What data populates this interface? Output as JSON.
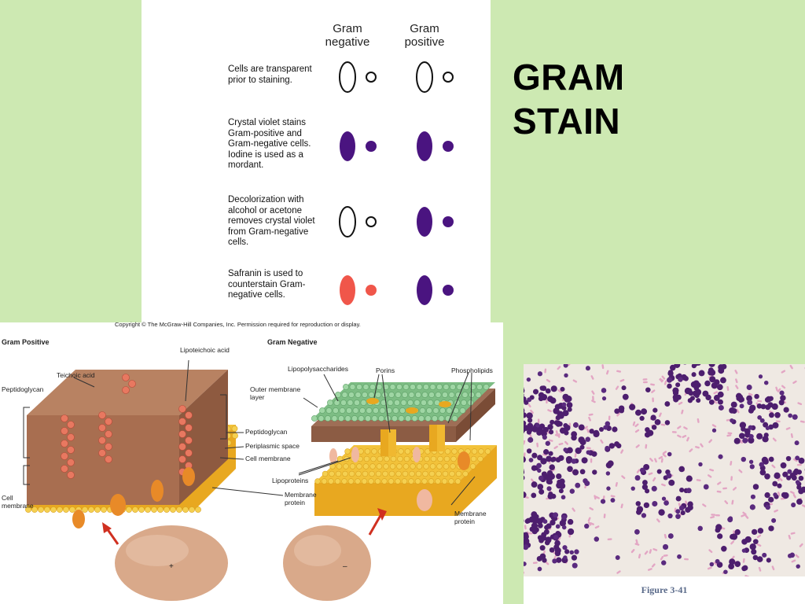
{
  "title": {
    "line1": "GRAM",
    "line2": "STAIN"
  },
  "stain_table": {
    "headers": {
      "negative": "Gram\nnegative",
      "positive": "Gram\npositive"
    },
    "steps": [
      {
        "text": "Cells are transparent prior to staining.",
        "neg_color": "none",
        "pos_color": "none"
      },
      {
        "text": "Crystal violet stains Gram-positive and Gram-negative cells. Iodine is used as a mordant.",
        "neg_color": "#4a1480",
        "pos_color": "#4a1480"
      },
      {
        "text": "Decolorization with alcohol or acetone removes crystal violet from Gram-negative cells.",
        "neg_color": "none",
        "pos_color": "#4a1480"
      },
      {
        "text": "Safranin is used to counterstain Gram-negative cells.",
        "neg_color": "#f0564a",
        "pos_color": "#4a1480"
      }
    ]
  },
  "cell_wall_figure": {
    "copyright": "Copyright © The McGraw-Hill Companies, Inc. Permission required for reproduction or display.",
    "gram_positive": {
      "title": "Gram Positive",
      "labels": [
        "Lipoteichoic acid",
        "Teichoic acid",
        "Peptidoglycan",
        "Cell membrane",
        "Peptidoglycan",
        "Periplasmic space",
        "Cell membrane",
        "Membrane protein"
      ],
      "cell_sign": "+"
    },
    "gram_negative": {
      "title": "Gram Negative",
      "labels": [
        "Lipopolysaccharides",
        "Porins",
        "Phospholipids",
        "Outer membrane layer",
        "Lipoproteins",
        "Membrane protein"
      ],
      "cell_sign": "–"
    }
  },
  "micrograph": {
    "caption": "Figure 3-41"
  },
  "colors": {
    "background": "#cde9b2",
    "crystal_violet": "#4a1480",
    "safranin": "#f0564a"
  }
}
